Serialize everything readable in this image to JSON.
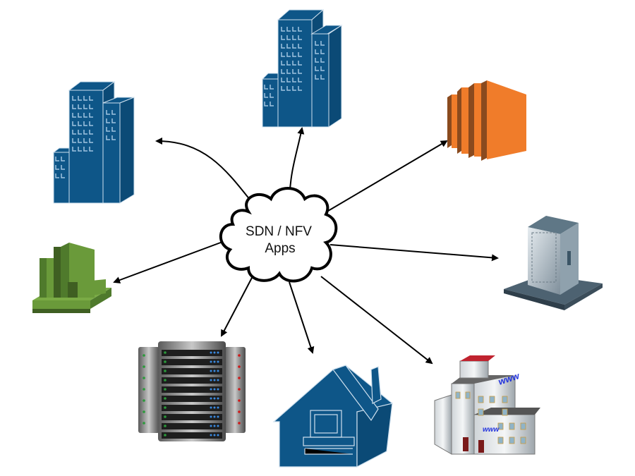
{
  "center": {
    "label_line1": "SDN / NFV",
    "label_line2": "Apps",
    "icon": "cloud-icon"
  },
  "nodes": [
    {
      "id": "office-towers-left",
      "icon": "office-towers-icon",
      "color": "#0e5688"
    },
    {
      "id": "office-towers-top",
      "icon": "office-towers-icon",
      "color": "#0e5688"
    },
    {
      "id": "compute-instances",
      "icon": "compute-instances-icon",
      "color": "#f07c2a"
    },
    {
      "id": "corporate-building",
      "icon": "corporate-building-icon",
      "color": "#6a7d8a"
    },
    {
      "id": "web-hosting-building",
      "icon": "web-building-icon",
      "color": "#9a9a9a"
    },
    {
      "id": "home-computer",
      "icon": "house-computer-icon",
      "color": "#0e5688"
    },
    {
      "id": "server-rack",
      "icon": "server-rack-icon",
      "color": "#3a3a3a"
    },
    {
      "id": "monitoring-stack",
      "icon": "green-blocks-icon",
      "color": "#6a9a3a"
    }
  ],
  "colors": {
    "arrow": "#000000",
    "building_blue": "#0e5688",
    "window_blue": "#9fc4e0",
    "orange": "#f07c2a",
    "orange_dark": "#8a4a1e",
    "green": "#6a9a3a",
    "green_dark": "#3f5f22",
    "web_text": "#2233dd"
  },
  "web_label": "www"
}
